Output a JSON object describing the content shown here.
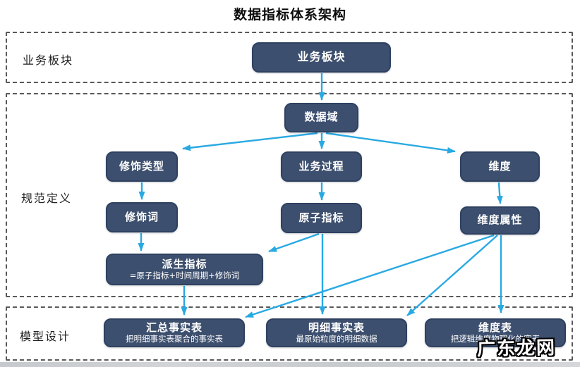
{
  "title": "数据指标体系架构",
  "watermark": "广东龙网",
  "sections": [
    {
      "id": "business",
      "label": "业务板块"
    },
    {
      "id": "spec",
      "label": "规范定义"
    },
    {
      "id": "model",
      "label": "模型设计"
    }
  ],
  "nodes": {
    "business_sector": {
      "label": "业务板块"
    },
    "data_domain": {
      "label": "数据域"
    },
    "modifier_type": {
      "label": "修饰类型"
    },
    "business_process": {
      "label": "业务过程"
    },
    "dimension": {
      "label": "维度"
    },
    "modifier_word": {
      "label": "修饰词"
    },
    "atomic_indicator": {
      "label": "原子指标"
    },
    "dimension_attribute": {
      "label": "维度属性"
    },
    "derived_indicator": {
      "label": "派生指标",
      "sublabel": "=原子指标+时间周期+修饰词"
    },
    "summary_fact_table": {
      "label": "汇总事实表",
      "sublabel": "把明细事实表聚合的事实表"
    },
    "detail_fact_table": {
      "label": "明细事实表",
      "sublabel": "最原始粒度的明细数据"
    },
    "dimension_table": {
      "label": "维度表",
      "sublabel": "把逻辑维度物理化的宽表"
    }
  },
  "edges": [
    {
      "from": "business_sector",
      "to": "data_domain"
    },
    {
      "from": "data_domain",
      "to": "modifier_type"
    },
    {
      "from": "data_domain",
      "to": "business_process"
    },
    {
      "from": "data_domain",
      "to": "dimension"
    },
    {
      "from": "modifier_type",
      "to": "modifier_word"
    },
    {
      "from": "business_process",
      "to": "atomic_indicator"
    },
    {
      "from": "dimension",
      "to": "dimension_attribute"
    },
    {
      "from": "modifier_word",
      "to": "derived_indicator"
    },
    {
      "from": "atomic_indicator",
      "to": "derived_indicator"
    },
    {
      "from": "atomic_indicator",
      "to": "detail_fact_table"
    },
    {
      "from": "derived_indicator",
      "to": "summary_fact_table"
    },
    {
      "from": "dimension_attribute",
      "to": "summary_fact_table"
    },
    {
      "from": "dimension_attribute",
      "to": "detail_fact_table"
    },
    {
      "from": "dimension_attribute",
      "to": "dimension_table"
    }
  ],
  "colors": {
    "node_fill": "#3d4f6e",
    "node_border": "#2e4160",
    "arrow": "#29a9e2",
    "section_border": "#595959"
  }
}
